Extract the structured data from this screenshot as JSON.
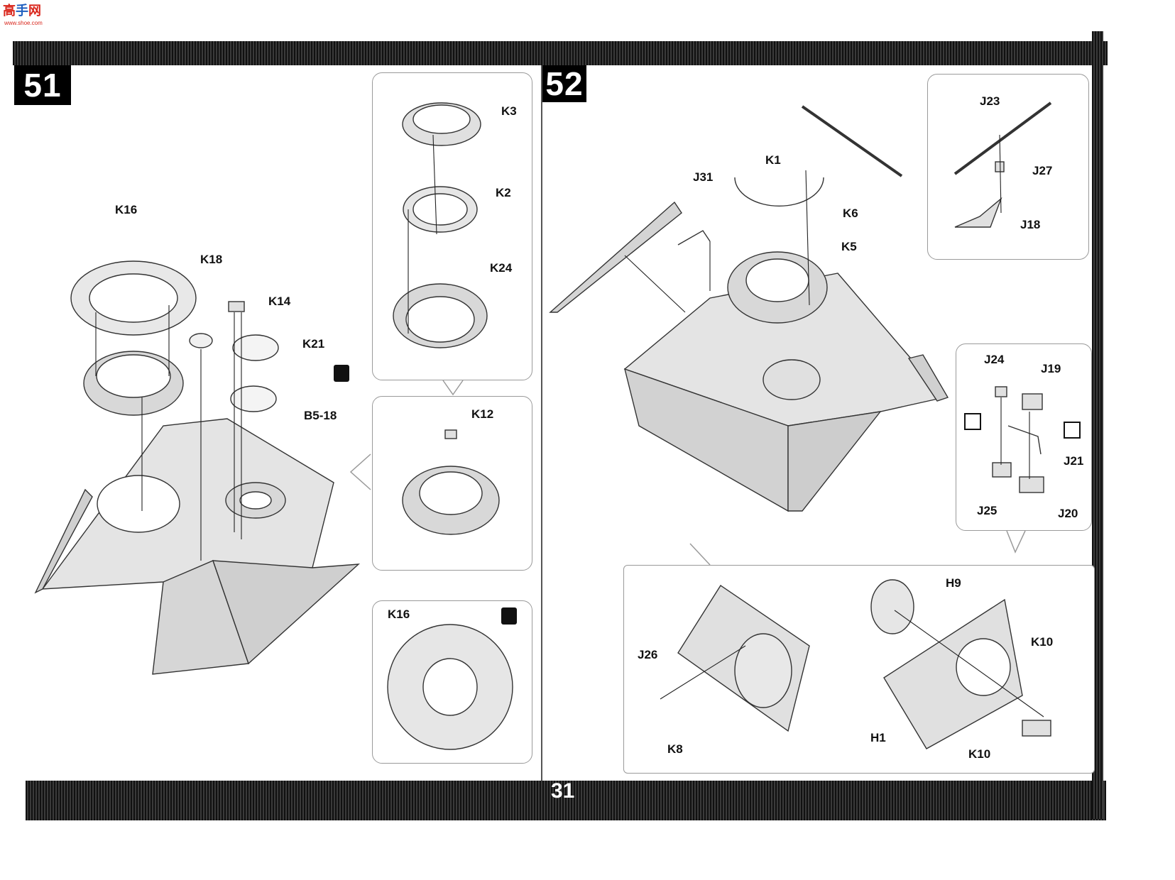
{
  "watermark": {
    "brand": "高手网",
    "brand_left": "高",
    "brand_mid": "手",
    "brand_right": "网",
    "url": "www.shoe.com"
  },
  "page_number": "31",
  "steps": [
    {
      "number": "51"
    },
    {
      "number": "52"
    }
  ],
  "step51": {
    "labels": {
      "k16": "K16",
      "k18": "K18",
      "k14": "K14",
      "k21": "K21",
      "b5_18": "B5-18",
      "k3": "K3",
      "k2": "K2",
      "k24": "K24",
      "k12": "K12",
      "k16_detail": "K16"
    }
  },
  "step52": {
    "labels": {
      "j31": "J31",
      "k1": "K1",
      "k6": "K6",
      "k5": "K5",
      "j23": "J23",
      "j27": "J27",
      "j18": "J18",
      "j24": "J24",
      "j19": "J19",
      "j21": "J21",
      "j25": "J25",
      "j20": "J20",
      "h9": "H9",
      "k10_top": "K10",
      "j26": "J26",
      "k8": "K8",
      "h1": "H1",
      "k10_bottom": "K10"
    }
  },
  "icons": [
    "glue-icon",
    "cement-icon",
    "remove-part-icon"
  ]
}
